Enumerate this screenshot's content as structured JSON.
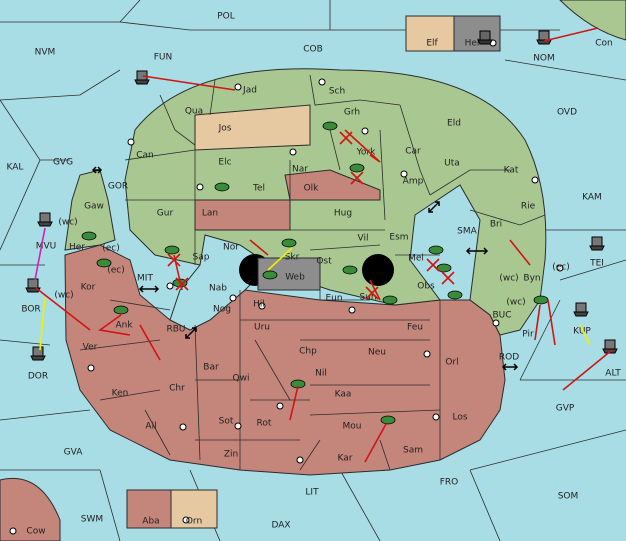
{
  "colors": {
    "sea": "#a8dde6",
    "green_land": "#a9c891",
    "red_land": "#c4857b",
    "tan_land": "#e6c8a1",
    "grey_land": "#8d8d8d",
    "black": "#000000",
    "order_red": "#d21414",
    "order_yellow": "#f0f000",
    "order_magenta": "#d020b8"
  },
  "sea_labels": [
    "POL",
    "NVM",
    "FUN",
    "COB",
    "NOM",
    "Con",
    "OVD",
    "KAL",
    "GVG",
    "GOR",
    "KAM",
    "SMA",
    "TEI",
    "MIT",
    "BOR",
    "RBU",
    "DOR",
    "BUC",
    "ROD",
    "KUP",
    "ALT",
    "GVP",
    "GVA",
    "FRO",
    "SOM",
    "LIT",
    "SWM",
    "DAX",
    "Cow",
    "MVU"
  ],
  "land_labels": [
    "Jad",
    "Sch",
    "Qua",
    "Grh",
    "Jos",
    "Eld",
    "Can",
    "Car",
    "York",
    "Elc",
    "Nar",
    "Uta",
    "Kat",
    "Tel",
    "Olk",
    "Amp",
    "Gaw",
    "Her",
    "Gur",
    "Lan",
    "Hug",
    "Rie",
    "Nor",
    "Skr",
    "Vil",
    "Esm",
    "Bri",
    "Sap",
    "Web",
    "Ost",
    "Mel",
    "Byn",
    "Kor",
    "Nab",
    "Eun",
    "Sun",
    "Obs",
    "Hil",
    "Nog",
    "Ank",
    "Uru",
    "Feu",
    "Pir",
    "Ver",
    "Chp",
    "Neu",
    "Orl",
    "Bar",
    "Qwi",
    "Nil",
    "Chr",
    "Ken",
    "Kaa",
    "Rot",
    "Sot",
    "Los",
    "Ail",
    "Mou",
    "Sam",
    "Zin",
    "Kar",
    "Elf",
    "Hel",
    "Aba",
    "Orn"
  ],
  "coast_labels": [
    "(wc)",
    "(ec)",
    "(ec)",
    "(wc)",
    "(wc)",
    "(ec)",
    "(wc)"
  ]
}
